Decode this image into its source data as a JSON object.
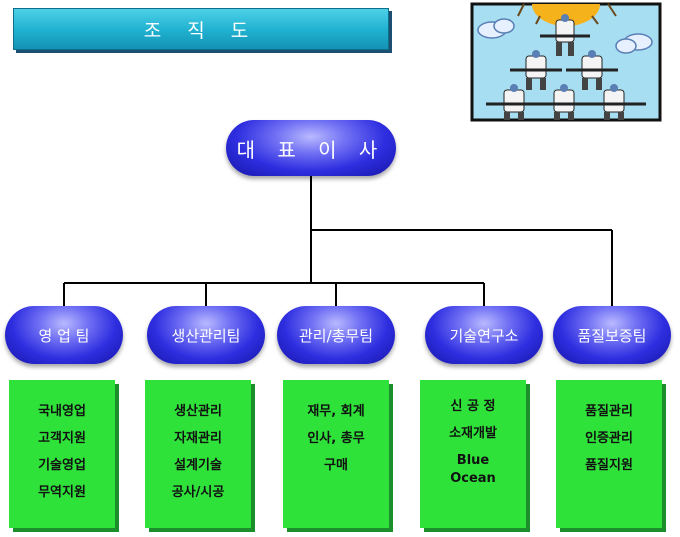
{
  "title": "조 직 도",
  "ceo": "대 표 이 사",
  "teams": [
    {
      "name": "영 업 팀",
      "items": [
        "국내영업",
        "고객지원",
        "기술영업",
        "무역지원"
      ]
    },
    {
      "name": "생산관리팀",
      "items": [
        "생산관리",
        "자재관리",
        "설계기술",
        "공사/시공"
      ]
    },
    {
      "name": "관리/총무팀",
      "items": [
        "재무, 회계",
        "인사, 총무",
        "구매"
      ]
    },
    {
      "name": "기술연구소",
      "items": [
        "신 공 정",
        "소재개발",
        "Blue",
        "Ocean"
      ]
    },
    {
      "name": "품질보증팀",
      "items": [
        "품질관리",
        "인증관리",
        "품질지원"
      ]
    }
  ],
  "colors": {
    "title_bar": "#1fb0cf",
    "node_fill": "#2e2ee0",
    "detail_box": "#2fe23a",
    "connector": "#000000"
  },
  "decoration": "teamwork-pyramid-clipart"
}
